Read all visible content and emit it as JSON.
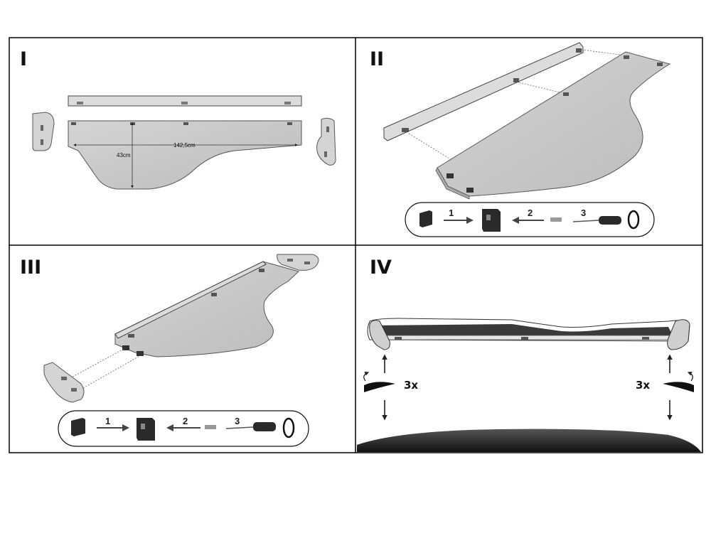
{
  "panels": [
    {
      "id": "panel-1",
      "label": "I"
    },
    {
      "id": "panel-2",
      "label": "II"
    },
    {
      "id": "panel-3",
      "label": "III"
    },
    {
      "id": "panel-4",
      "label": "IV"
    }
  ],
  "dimensions": {
    "width": "142,5cm",
    "depth": "43cm"
  },
  "assembly_steps": [
    "1",
    "2",
    "3"
  ],
  "repeat_count": "3x",
  "icons": [
    "clip-icon",
    "clip-installed-icon",
    "screw-icon",
    "screwdriver-icon",
    "ring-icon",
    "arrow-icon",
    "rotate-icon"
  ],
  "colors": {
    "border": "#000000",
    "shelf_fill": "#c9c9c9",
    "rail_fill": "#dcdcdc",
    "dark": "#2a2a2a"
  }
}
